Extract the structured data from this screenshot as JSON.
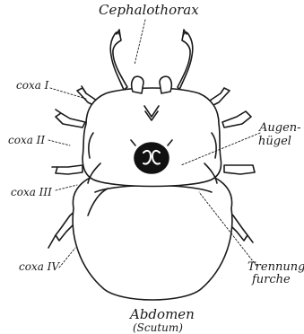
{
  "labels": {
    "cephalothorax": "Cephalothorax",
    "coxa_1": "coxa I",
    "coxa_2": "coxa II",
    "coxa_3": "coxa III",
    "coxa_4": "coxa IV",
    "augenhugel_line1": "Augen-",
    "augenhugel_line2": "hügel",
    "trennungsfurche_line1": "Trennungs",
    "trennungsfurche_line2": "furche",
    "abdomen_line1": "Abdomen",
    "abdomen_line2": "(Scutum)"
  },
  "colors": {
    "ink": "#1a1a1a",
    "paper": "#ffffff"
  }
}
